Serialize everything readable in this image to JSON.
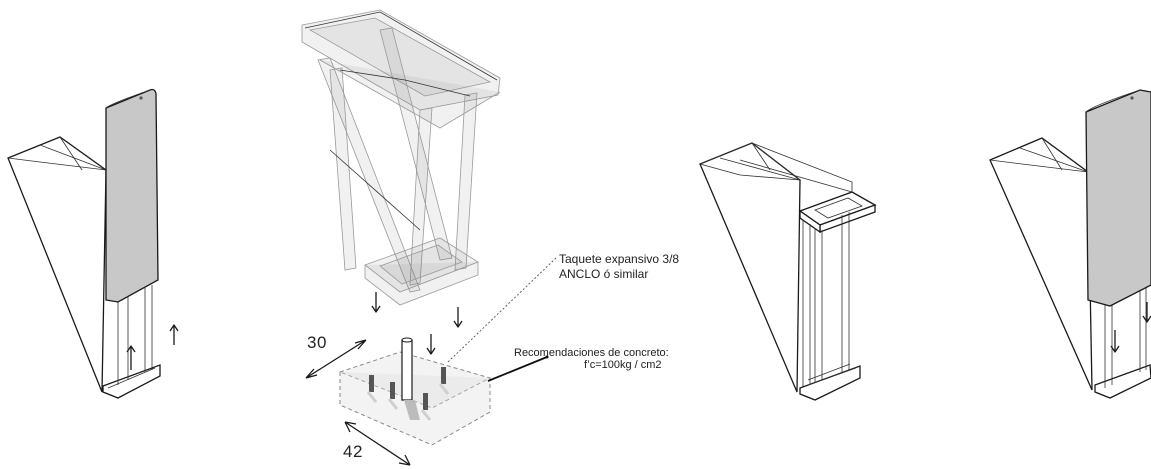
{
  "annotations": {
    "anchor_line1": "Taquete expansivo 3/8",
    "anchor_line2": "ANCLO ó similar",
    "concrete_line1": "Recomendaciones de concreto:",
    "concrete_line2": "f’c=100kg / cm2"
  },
  "dimensions": {
    "width": "30",
    "depth": "42"
  }
}
